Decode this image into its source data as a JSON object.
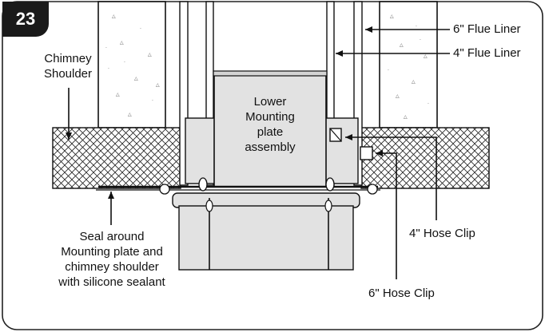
{
  "figure": {
    "number": "23",
    "labels": {
      "chimney_shoulder": "Chimney\nShoulder",
      "flue_liner_6": "6\" Flue Liner",
      "flue_liner_4": "4\" Flue Liner",
      "lower_mounting_plate": "Lower\nMounting\nplate\nassembly",
      "seal_note": "Seal around\nMounting plate and\nchimney shoulder\nwith silicone sealant",
      "hose_clip_4": "4\" Hose Clip",
      "hose_clip_6": "6\" Hose Clip"
    }
  },
  "colors": {
    "line": "#111111",
    "plate_fill": "#e2e2e2",
    "badge": "#1a1a1a"
  }
}
